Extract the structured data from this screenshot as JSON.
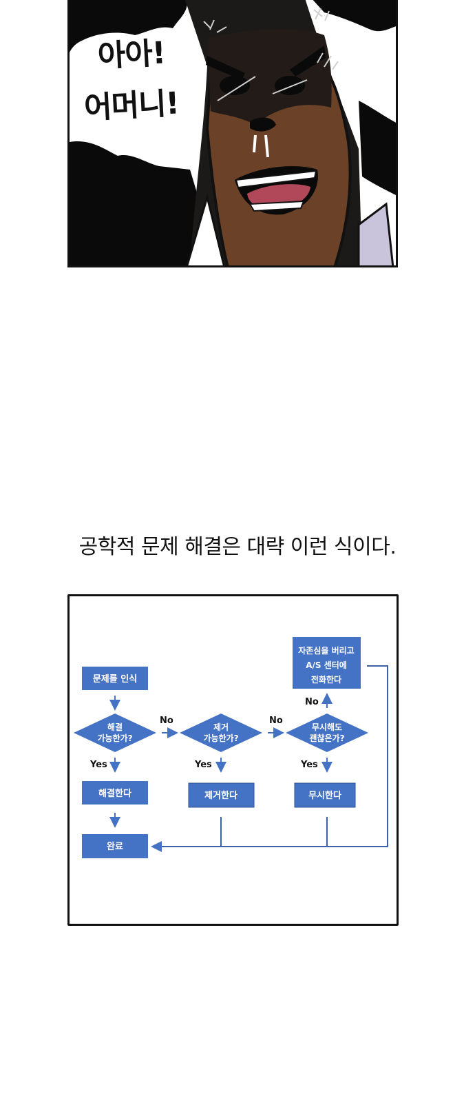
{
  "comic_panel": {
    "shout_line1": "아아!",
    "shout_line2": "어머니!"
  },
  "caption": "공학적 문제 해결은 대략 이런 식이다.",
  "flowchart": {
    "colors": {
      "box_fill": "#4472c4",
      "arrow": "#4472c4",
      "line": "#3a62a8"
    },
    "nodes": {
      "recognize": "문제를 인식",
      "solvable_q_line1": "해결",
      "solvable_q_line2": "가능한가?",
      "solve": "해결한다",
      "done": "완료",
      "removable_q_line1": "제거",
      "removable_q_line2": "가능한가?",
      "remove": "제거한다",
      "ignorable_q_line1": "무시해도",
      "ignorable_q_line2": "괜찮은가?",
      "ignore": "무시한다",
      "call_as_line1": "자존심을 버리고",
      "call_as_line2": "A/S 센터에",
      "call_as_line3": "전화한다"
    },
    "labels": {
      "no1": "No",
      "no2": "No",
      "no3": "No",
      "yes1": "Yes",
      "yes2": "Yes",
      "yes3": "Yes"
    }
  }
}
